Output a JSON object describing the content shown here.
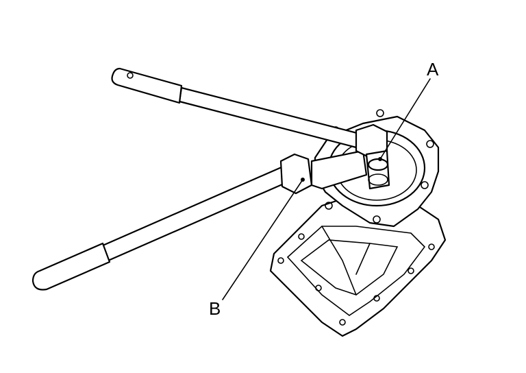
{
  "figure": {
    "callouts": [
      {
        "id": "A",
        "label": "A"
      },
      {
        "id": "B",
        "label": "B"
      }
    ]
  }
}
